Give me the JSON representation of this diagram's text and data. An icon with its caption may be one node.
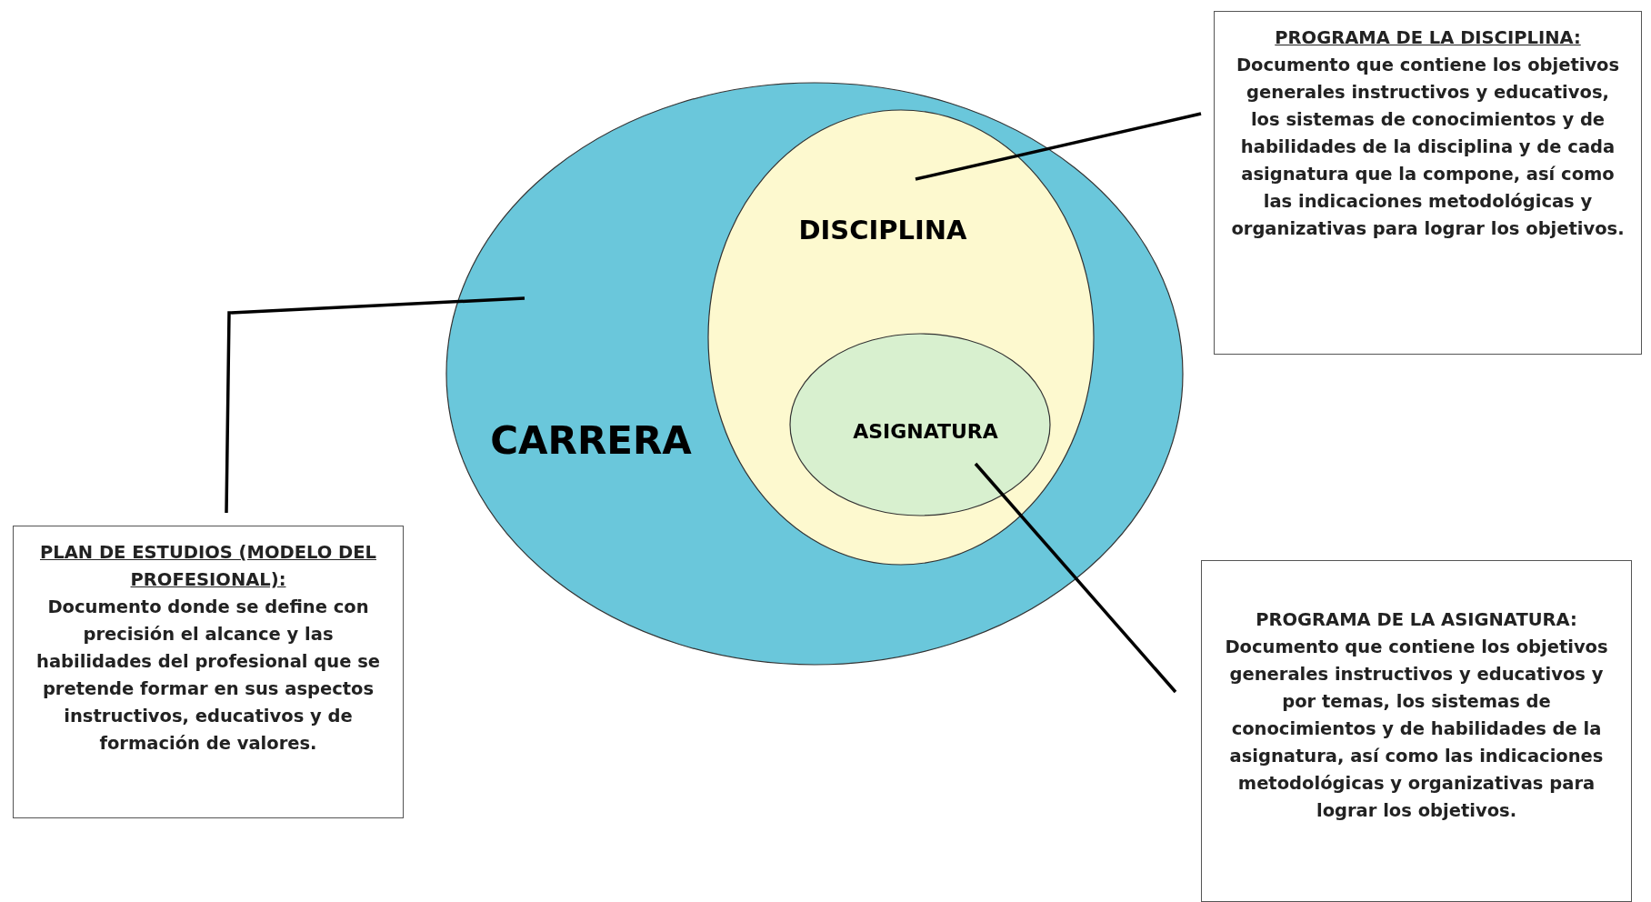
{
  "diagram": {
    "nodes": [
      {
        "text": [
          "CARRERA"
        ]
      },
      {
        "text": [
          "DISCIPLINA"
        ],
        "in": 0
      },
      {
        "text": [
          "ASIGNATURA"
        ],
        "in": 1
      },
      {
        "text": [
          "PLAN DE ESTUDIOS (MODELO DEL PROFESIONAL):",
          "Documento donde se define con precisión el alcance y las habilidades del profesional que se pretende formar en sus aspectos instructivos, educativos y de formación de valores."
        ]
      },
      {
        "text": [
          "PROGRAMA DE LA DISCIPLINA:",
          "Documento que contiene los objetivos generales instructivos y educativos, los sistemas de conocimientos y de habilidades de la disciplina y de cada asignatura que la compone, así como las indicaciones metodológicas y organizativas para lograr los objetivos."
        ]
      },
      {
        "text": [
          "PROGRAMA DE LA ASIGNATURA:",
          "Documento que contiene los objetivos generales instructivos y educativos y por temas, los sistemas de conocimientos y de habilidades de la asignatura, así como las indicaciones metodológicas y organizativas para lograr los objetivos."
        ]
      }
    ],
    "edges": [
      {
        "from": 3,
        "to": 0,
        "arrow": "none"
      },
      {
        "from": 4,
        "to": 1,
        "arrow": "none"
      },
      {
        "from": 5,
        "to": 2,
        "arrow": "none"
      }
    ]
  }
}
